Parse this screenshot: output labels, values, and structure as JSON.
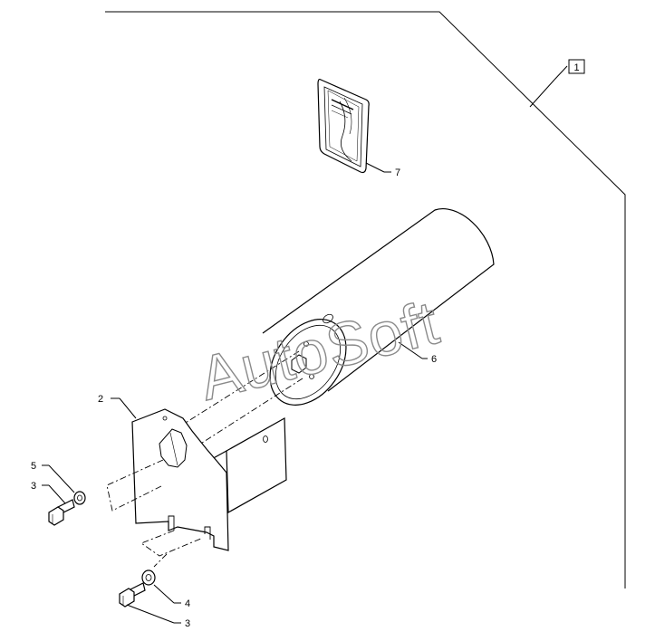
{
  "watermark": "AutoSoft",
  "callouts": {
    "c1": "1",
    "c2": "2",
    "c3a": "3",
    "c3b": "3",
    "c4": "4",
    "c5": "5",
    "c6": "6",
    "c7": "7"
  }
}
